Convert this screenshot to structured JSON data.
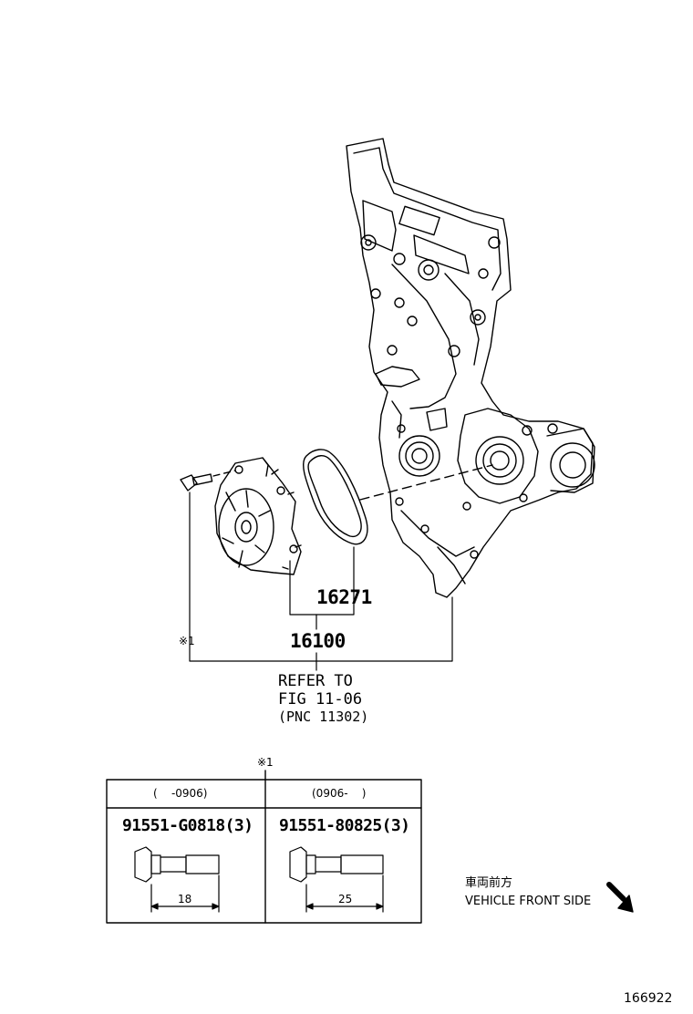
{
  "callouts": {
    "gasket": "16271",
    "pump_assembly": "16100",
    "note_mark": "※1"
  },
  "refer": {
    "line1": "REFER TO",
    "line2": "FIG 11-06",
    "line3": "(PNC 11302)"
  },
  "bolt_table": {
    "note_mark": "※1",
    "columns": [
      {
        "range": "(    -0906)",
        "part_number": "91551-G0818(3)",
        "length": "18"
      },
      {
        "range": "(0906-    )",
        "part_number": "91551-80825(3)",
        "length": "25"
      }
    ]
  },
  "front_indicator": {
    "japanese": "車両前方",
    "english": "VEHICLE FRONT SIDE"
  },
  "illustration_id": "166922"
}
